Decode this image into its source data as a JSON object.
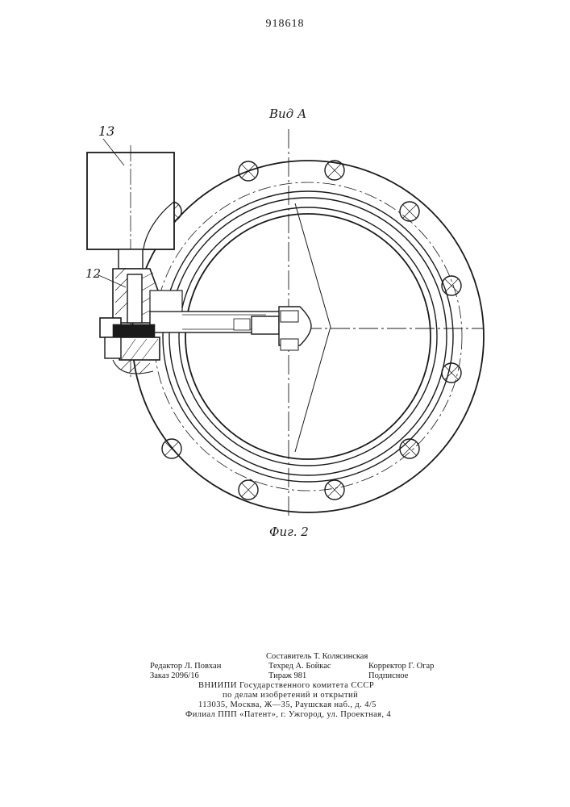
{
  "header": {
    "patent_number": "918618"
  },
  "figure": {
    "view_label": "Вид А",
    "figure_label": "Фиг. 2",
    "callouts": [
      {
        "label": "13"
      },
      {
        "label": "12"
      }
    ]
  },
  "imprint": {
    "compiler": "Составитель Т. Колясинская",
    "editor": "Редактор Л. Повхан",
    "techred": "Техред А. Бойкас",
    "corrector": "Корректор Г. Огар",
    "order": "Заказ 2096/16",
    "circulation": "Тираж 981",
    "subscription": "Подписное",
    "org_line1": "ВНИИПИ Государственного комитета СССР",
    "org_line2": "по делам изобретений и открытий",
    "address": "113035, Москва, Ж—35, Раушская наб., д. 4/5",
    "branch": "Филиал ППП «Патент», г. Ужгород, ул. Проектная, 4"
  }
}
